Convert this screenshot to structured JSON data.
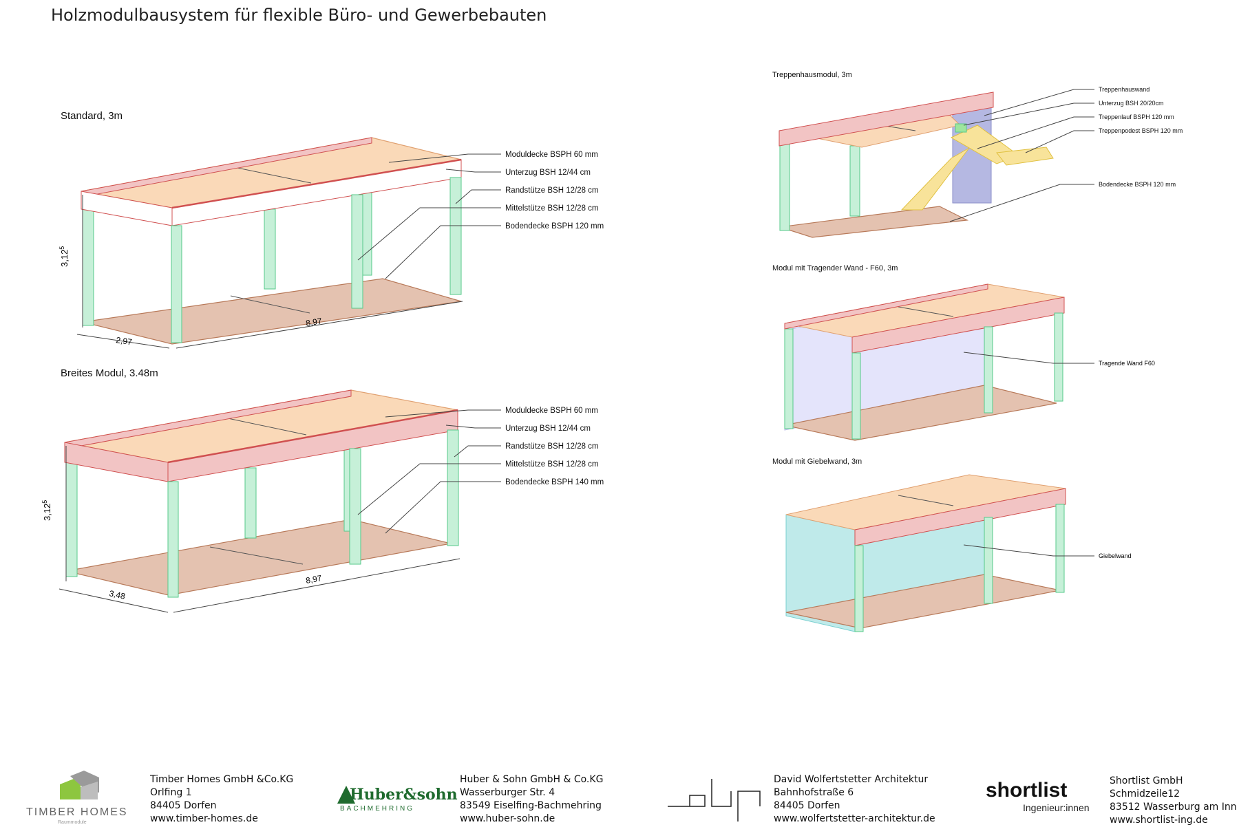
{
  "page_title": "Holzmodulbausystem für flexible Büro- und Gewerbebauten",
  "modules": {
    "standard": {
      "title": "Standard, 3m",
      "labels": [
        "Moduldecke BSPH 60 mm",
        "Unterzug BSH 12/44 cm",
        "Randstütze BSH 12/28 cm",
        "Mittelstütze BSH 12/28 cm",
        "Bodendecke BSPH 120 mm"
      ],
      "dim_height": "3,12",
      "dim_height_sup": "5",
      "dim_width": "2,97",
      "dim_length": "8,97"
    },
    "wide": {
      "title": "Breites Modul, 3.48m",
      "labels": [
        "Moduldecke BSPH 60 mm",
        "Unterzug BSH 12/44 cm",
        "Randstütze BSH 12/28 cm",
        "Mittelstütze BSH 12/28 cm",
        "Bodendecke BSPH 140 mm"
      ],
      "dim_height": "3,12",
      "dim_height_sup": "5",
      "dim_width": "3,48",
      "dim_length": "8,97"
    },
    "stair": {
      "title": "Treppenhausmodul, 3m",
      "labels": [
        "Treppenhauswand",
        "Unterzug BSH 20/20cm",
        "Treppenlauf BSPH 120 mm",
        "Treppenpodest BSPH 120 mm",
        "Bodendecke BSPH 120 mm"
      ]
    },
    "loadwall": {
      "title": "Modul mit Tragender Wand - F60, 3m",
      "labels": [
        "Tragende Wand F60"
      ]
    },
    "gable": {
      "title": "Modul mit Giebelwand, 3m",
      "labels": [
        "Giebelwand"
      ]
    }
  },
  "colors": {
    "beam": "#f2c4c4",
    "beam_stroke": "#d05050",
    "deck": "#fad9b8",
    "deck_stroke": "#e0a070",
    "column": "#c6f0d8",
    "column_stroke": "#55c98a",
    "floor": "#e4c2b0",
    "floor_stroke": "#b87a5a",
    "stair": "#f8e39a",
    "stair_stroke": "#e0c040",
    "stairwall": "#b5b8e2",
    "loadwall": "#e4e4fb",
    "gablewall": "#bfeaea"
  },
  "footer": {
    "timber": {
      "logo_text": "TIMBER HOMES",
      "logo_sub": "Raummodule",
      "lines": [
        "Timber Homes GmbH &Co.KG",
        "Orlfing 1",
        "84405 Dorfen",
        "www.timber-homes.de"
      ]
    },
    "huber": {
      "logo_text": "Huber&sohn",
      "logo_sub": "BACHMEHRING",
      "lines": [
        "Huber & Sohn GmbH & Co.KG",
        "Wasserburger Str. 4",
        "83549 Eiselfing-Bachmehring",
        "www.huber-sohn.de"
      ]
    },
    "wolfertstetter": {
      "lines": [
        "David Wolfertstetter Architektur",
        "Bahnhofstraße 6",
        "84405 Dorfen",
        "www.wolfertstetter-architektur.de"
      ]
    },
    "shortlist": {
      "logo_text": "shortlist",
      "logo_sub": "Ingenieur:innen",
      "lines": [
        "Shortlist GmbH",
        "Schmidzeile12",
        "83512 Wasserburg am Inn",
        "www.shortlist-ing.de"
      ]
    }
  }
}
